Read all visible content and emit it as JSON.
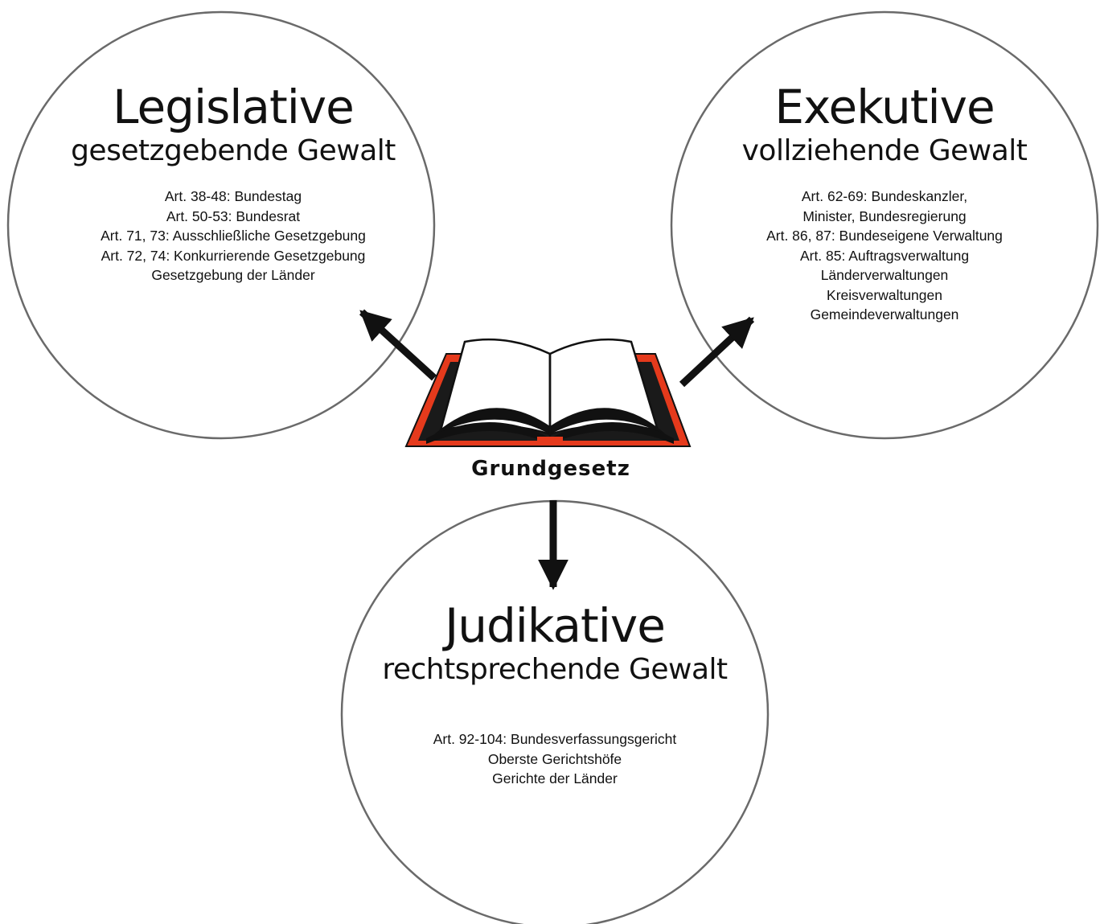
{
  "center": {
    "label": "Grundgesetz",
    "icon": "open-book-icon"
  },
  "branches": {
    "legislative": {
      "title": "Legislative",
      "subtitle": "gesetzgebende Gewalt",
      "articles": [
        "Art. 38-48: Bundestag",
        "Art. 50-53: Bundesrat",
        "Art. 71, 73: Ausschließliche Gesetzgebung",
        "Art. 72, 74: Konkurrierende Gesetzgebung",
        "Gesetzgebung der Länder"
      ]
    },
    "executive": {
      "title": "Exekutive",
      "subtitle": "vollziehende Gewalt",
      "articles": [
        "Art. 62-69: Bundeskanzler,",
        "Minister, Bundesregierung",
        "Art. 86, 87: Bundeseigene Verwaltung",
        "Art. 85: Auftragsverwaltung",
        "Länderverwaltungen",
        "Kreisverwaltungen",
        "Gemeindeverwaltungen"
      ]
    },
    "judicative": {
      "title": "Judikative",
      "subtitle": "rechtsprechende Gewalt",
      "articles": [
        "Art. 92-104: Bundesverfassungsgericht",
        "Oberste Gerichtshöfe",
        "Gerichte der Länder"
      ]
    }
  },
  "colors": {
    "line": "#111111",
    "book_cover": "#e53a1c",
    "book_pages": "#111111",
    "background": "#ffffff"
  }
}
